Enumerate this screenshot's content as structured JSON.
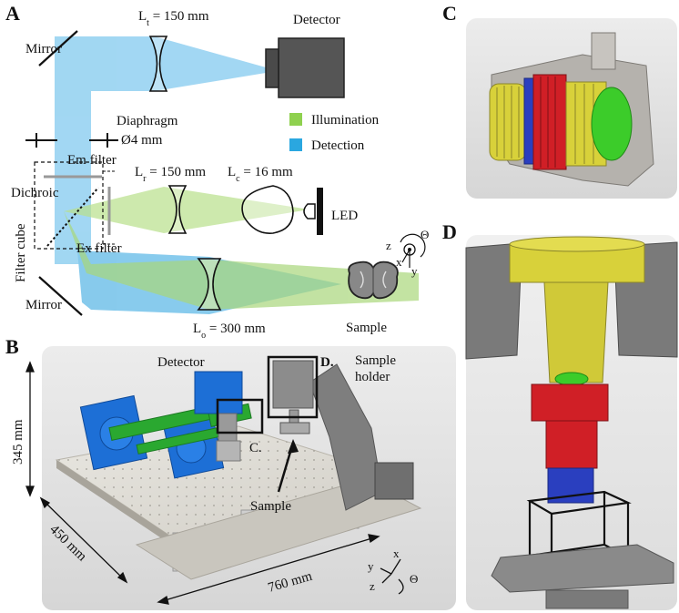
{
  "panels": {
    "a": "A",
    "b": "B",
    "c": "C",
    "d": "D"
  },
  "panel_a": {
    "lens_t_prefix": "L",
    "lens_t_sub": "t",
    "lens_t_value": " = 150 mm",
    "detector": "Detector",
    "mirror_top": "Mirror",
    "diaphragm": "Diaphragm",
    "diaphragm_size": "Ø4 mm",
    "illumination": "Illumination",
    "detection": "Detection",
    "em_filter": "Em filter",
    "dichroic": "Dichroic",
    "lens_r_prefix": "L",
    "lens_r_sub": "r",
    "lens_r_value": " = 150 mm",
    "lens_c_prefix": "L",
    "lens_c_sub": "c",
    "lens_c_value": " = 16 mm",
    "led": "LED",
    "ex_filter": "Ex filter",
    "filter_cube": "Filter cube",
    "mirror_bottom": "Mirror",
    "lens_o_prefix": "L",
    "lens_o_sub": "o",
    "lens_o_value": " = 300 mm",
    "sample": "Sample",
    "axis_z": "z",
    "axis_x": "x",
    "axis_y": "y",
    "axis_theta": "Θ"
  },
  "panel_b": {
    "detector": "Detector",
    "ref_c": "C.",
    "ref_d": "D.",
    "sample_holder_1": "Sample",
    "sample_holder_2": "holder",
    "sample": "Sample",
    "dim_height": "345 mm",
    "dim_depth": "450 mm",
    "dim_width": "760 mm",
    "axis_x": "x",
    "axis_y": "y",
    "axis_z": "z",
    "axis_theta": "Θ"
  },
  "colors": {
    "illumination": "#8fd14f",
    "detection": "#2aa7e0",
    "holder_yellow": "#d8d13a",
    "holder_red": "#d01f26",
    "holder_blue": "#2a3fbf",
    "holder_green": "#3ccc2a",
    "mount_gray": "#8c8c8c",
    "optics_blue": "#1d6fd6",
    "optics_green": "#2aa830"
  }
}
